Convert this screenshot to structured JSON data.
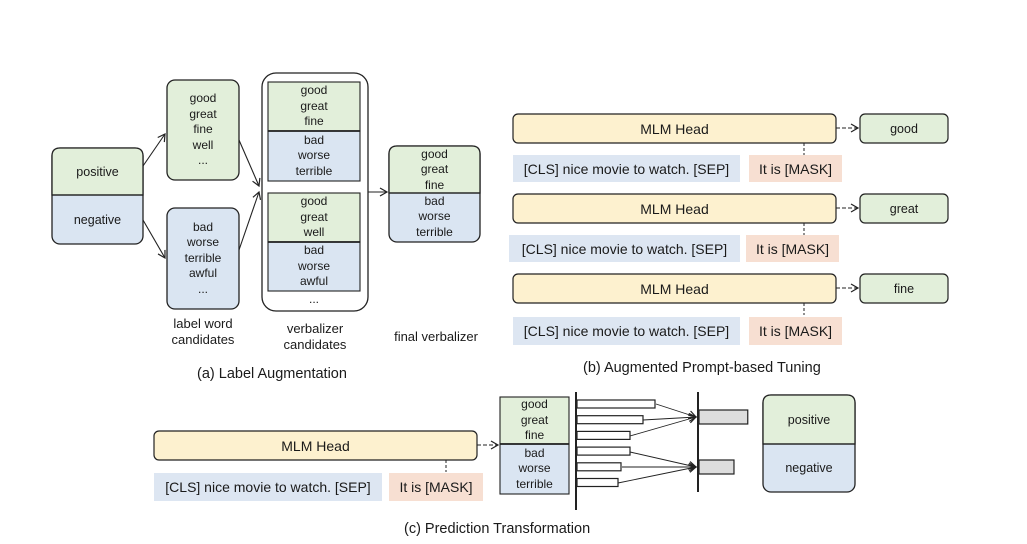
{
  "panel_a": {
    "caption": "(a) Label Augmentation",
    "class_box": {
      "positive": "positive",
      "negative": "negative"
    },
    "candidates_pos": [
      "good",
      "great",
      "fine",
      "well",
      "..."
    ],
    "candidates_neg": [
      "bad",
      "worse",
      "terrible",
      "awful",
      "..."
    ],
    "label_word_candidates": [
      "label word",
      "candidates"
    ],
    "verbalizer1_pos": [
      "good",
      "great",
      "fine"
    ],
    "verbalizer1_neg": [
      "bad",
      "worse",
      "terrible"
    ],
    "verbalizer2_pos": [
      "good",
      "great",
      "well"
    ],
    "verbalizer2_neg": [
      "bad",
      "worse",
      "awful"
    ],
    "verbalizer_more": "...",
    "verbalizer_candidates": [
      "verbalizer",
      "candidates"
    ],
    "final_pos": [
      "good",
      "great",
      "fine"
    ],
    "final_neg": [
      "bad",
      "worse",
      "terrible"
    ],
    "final_verbalizer": "final verbalizer"
  },
  "panel_b": {
    "caption": "(b) Augmented Prompt-based Tuning",
    "rows": [
      {
        "head": "MLM Head",
        "sentence": "[CLS] nice movie to watch. [SEP]",
        "prompt": "It is [MASK]",
        "output": "good"
      },
      {
        "head": "MLM Head",
        "sentence": "[CLS] nice movie to watch. [SEP]",
        "prompt": "It is [MASK]",
        "output": "great"
      },
      {
        "head": "MLM Head",
        "sentence": "[CLS] nice movie to watch. [SEP]",
        "prompt": "It is [MASK]",
        "output": "fine"
      }
    ]
  },
  "panel_c": {
    "caption": "(c) Prediction Transformation",
    "head": "MLM Head",
    "sentence": "[CLS] nice movie to watch. [SEP]",
    "prompt": "It is [MASK]",
    "verbalizer_pos": [
      "good",
      "great",
      "fine"
    ],
    "verbalizer_neg": [
      "bad",
      "worse",
      "terrible"
    ],
    "word_scores": [
      0.78,
      0.66,
      0.53,
      0.53,
      0.44,
      0.41
    ],
    "class_scores": [
      0.92,
      0.66
    ],
    "class_box": {
      "positive": "positive",
      "negative": "negative"
    }
  },
  "colors": {
    "green": "#e2efda",
    "blue": "#dae5f2",
    "yellow": "#fdf1cf",
    "peach": "#f7dfd2",
    "gray": "#dddddd",
    "stroke": "#222222"
  }
}
